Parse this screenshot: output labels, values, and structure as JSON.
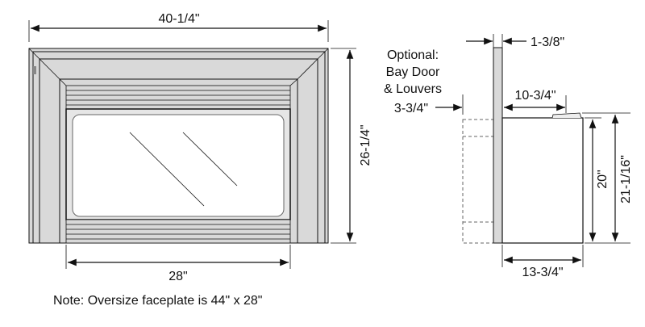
{
  "front_view": {
    "width_label": "40-1/4\"",
    "height_label": "26-1/4\"",
    "opening_label": "28\""
  },
  "side_view": {
    "faceplate_depth_label": "1-3/8\"",
    "optional_line1": "Optional:",
    "optional_line2": "Bay Door",
    "optional_line3": "& Louvers",
    "optional_depth_label": "3-3/4\"",
    "top_depth_label": "10-3/4\"",
    "body_height_label": "20\"",
    "total_height_label": "21-1/16\"",
    "bottom_depth_label": "13-3/4\""
  },
  "note": "Note: Oversize faceplate is 44\" x 28\"",
  "colors": {
    "frame_fill": "#d9d9d9",
    "line": "#111111"
  }
}
